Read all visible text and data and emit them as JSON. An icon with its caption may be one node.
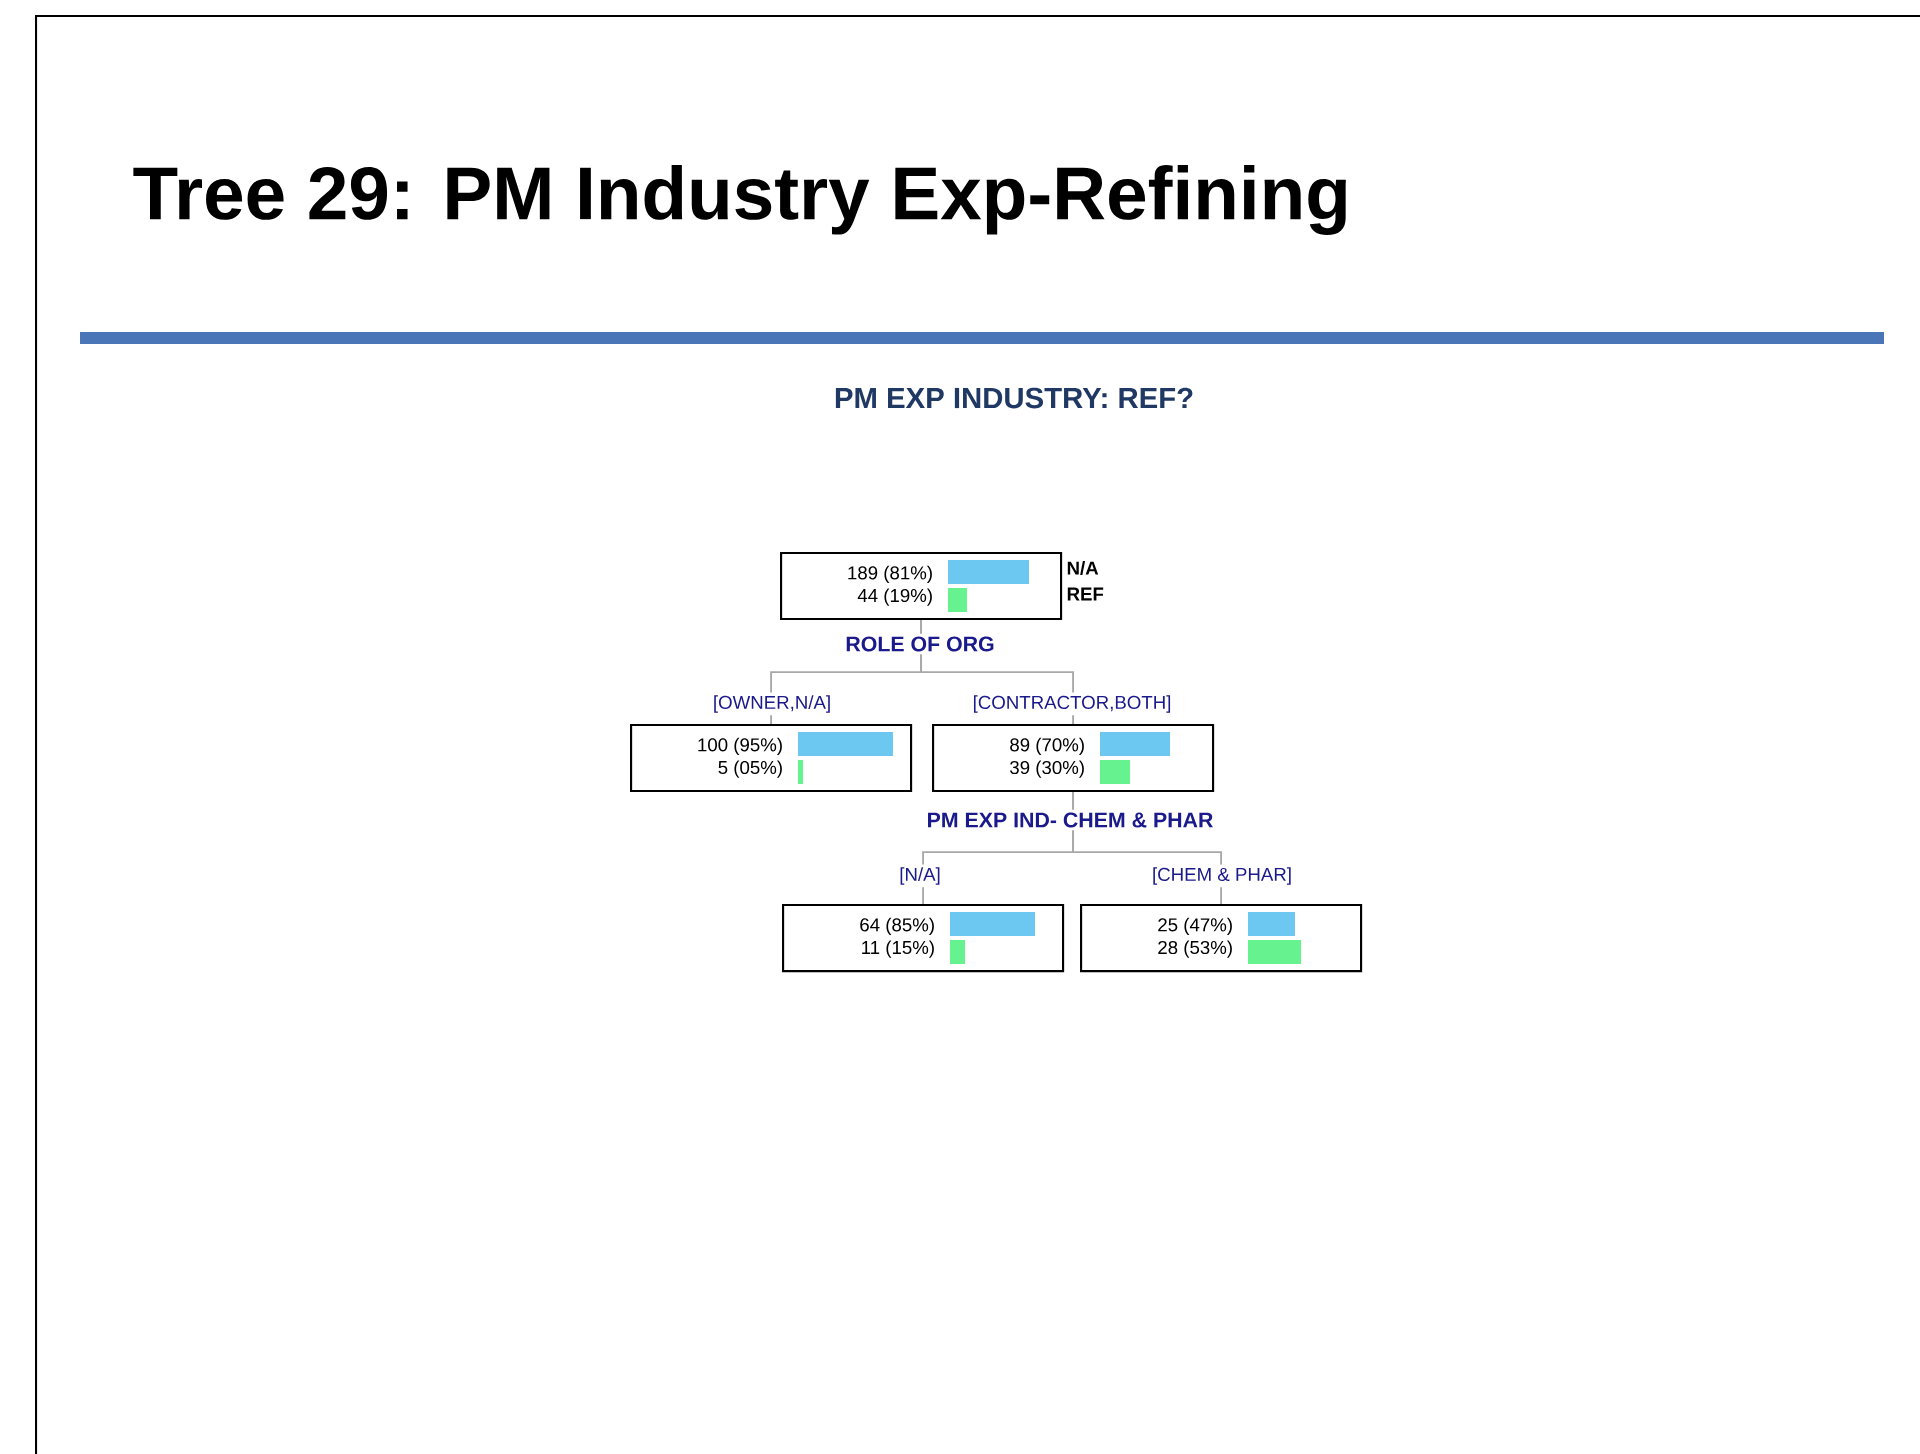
{
  "diagram": {
    "title": "Tree 29: PM Industry Exp-Refining",
    "nodes": [
      {
        "text": [
          "189 (81%)",
          "44 (19%)"
        ],
        "beside": [
          "N/A",
          "REF"
        ]
      },
      {
        "text": [
          "100 (95%)",
          "5 (05%)"
        ]
      },
      {
        "text": [
          "89 (70%)",
          "39 (30%)"
        ]
      },
      {
        "text": [
          "64 (85%)",
          "11 (15%)"
        ]
      },
      {
        "text": [
          "25 (47%)",
          "28 (53%)"
        ]
      }
    ],
    "edges": [
      {
        "from": 0,
        "to": 1,
        "arrow": "none",
        "label": "[OWNER,N/A]"
      },
      {
        "from": 0,
        "to": 2,
        "arrow": "none",
        "label": "[CONTRACTOR,BOTH]"
      },
      {
        "from": 2,
        "to": 3,
        "arrow": "none",
        "label": "[N/A]"
      },
      {
        "from": 2,
        "to": 4,
        "arrow": "none",
        "label": "[CHEM & PHAR]"
      }
    ],
    "labels": [
      "PM EXP INDUSTRY: REF?",
      "ROLE OF ORG",
      "PM EXP IND- CHEM & PHAR"
    ]
  }
}
